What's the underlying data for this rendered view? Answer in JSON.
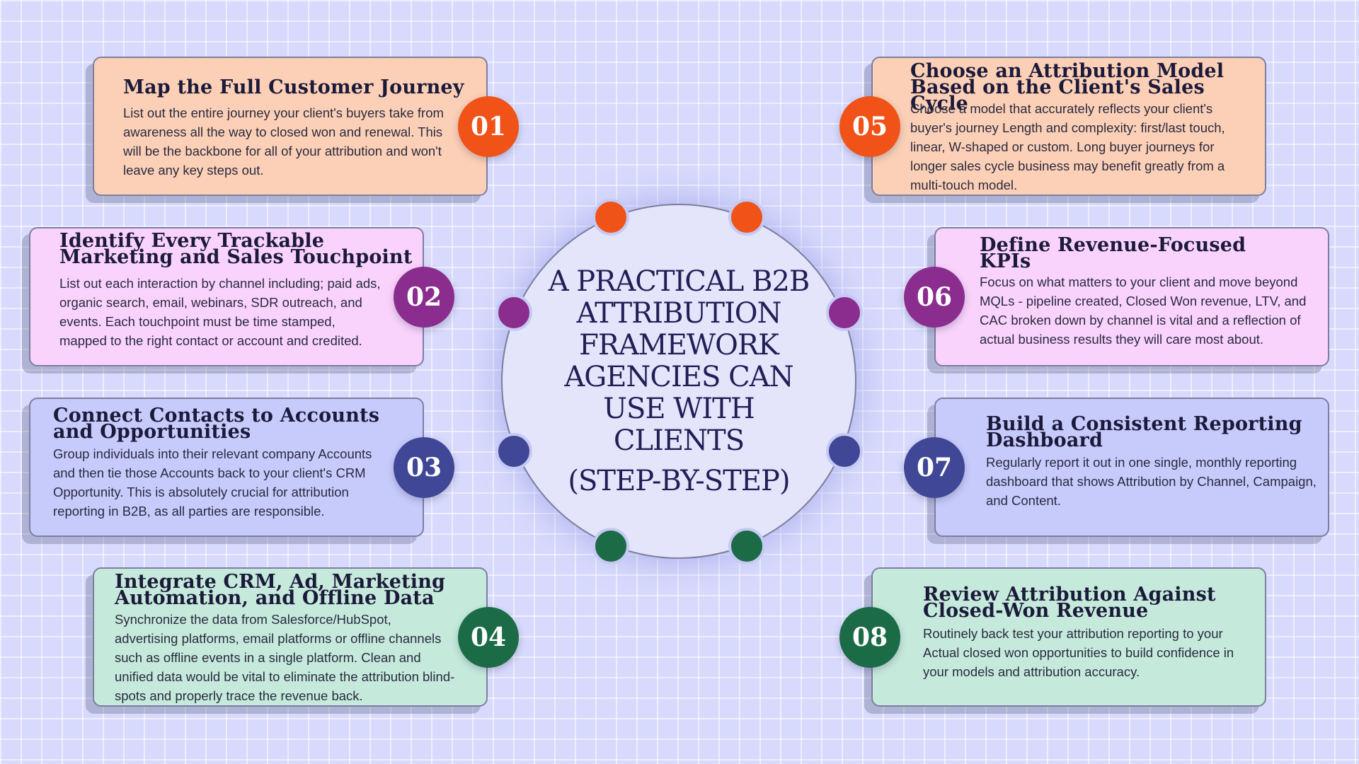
{
  "hub": {
    "title": "A PRACTICAL B2B ATTRIBUTION FRAMEWORK AGENCIES CAN USE WITH CLIENTS",
    "subtitle": "(STEP-BY-STEP)"
  },
  "colors": {
    "orange": "#f05218",
    "purple": "#8b2c8f",
    "indigo": "#3f4796",
    "green": "#1c6b47",
    "card_peach": "#fcd0b6",
    "card_pink": "#f9d3fb",
    "card_lavender": "#c6cbfc",
    "card_mint": "#c5eadb"
  },
  "steps": [
    {
      "number": "01",
      "title": "Map the Full Customer Journey",
      "body": "List out the entire journey your client's buyers take from awareness all the way to closed won and renewal. This will be the backbone for all of your attribution and won't leave any key steps out."
    },
    {
      "number": "02",
      "title": "Identify Every Trackable Marketing and Sales Touchpoint",
      "body": "List out each interaction by channel including; paid ads, organic search, email, webinars, SDR outreach, and events. Each touchpoint must be time stamped, mapped to the right contact or account and credited."
    },
    {
      "number": "03",
      "title": "Connect Contacts to Accounts and Opportunities",
      "body": "Group individuals into their relevant company Accounts and then tie those Accounts back to your client's CRM Opportunity. This is absolutely crucial for attribution reporting in B2B, as all parties are responsible."
    },
    {
      "number": "04",
      "title": "Integrate CRM, Ad, Marketing Automation, and Offline Data",
      "body": "Synchronize the data from Salesforce/HubSpot, advertising platforms, email platforms or offline channels such as offline events in a single platform. Clean and unified data would be vital to eliminate the attribution blind-spots and properly trace the revenue back."
    },
    {
      "number": "05",
      "title": "Choose an Attribution Model Based on the Client's Sales Cycle",
      "body": "Choose a model that accurately reflects your client's buyer's journey Length and complexity: first/last touch, linear, W-shaped or custom. Long buyer journeys for longer sales cycle business may benefit greatly from a multi-touch model."
    },
    {
      "number": "06",
      "title": "Define Revenue-Focused KPIs",
      "body": "Focus on what matters to your client and move beyond MQLs - pipeline created, Closed Won revenue, LTV, and CAC broken down by channel is vital and a reflection of actual business results they will care most about."
    },
    {
      "number": "07",
      "title": "Build a Consistent Reporting Dashboard",
      "body": "Regularly report it out in one single, monthly reporting dashboard that shows Attribution by Channel, Campaign, and Content."
    },
    {
      "number": "08",
      "title": "Review Attribution Against Closed-Won Revenue",
      "body": "Routinely back test your attribution reporting to your Actual closed won opportunities to build confidence in your models and attribution accuracy."
    }
  ]
}
